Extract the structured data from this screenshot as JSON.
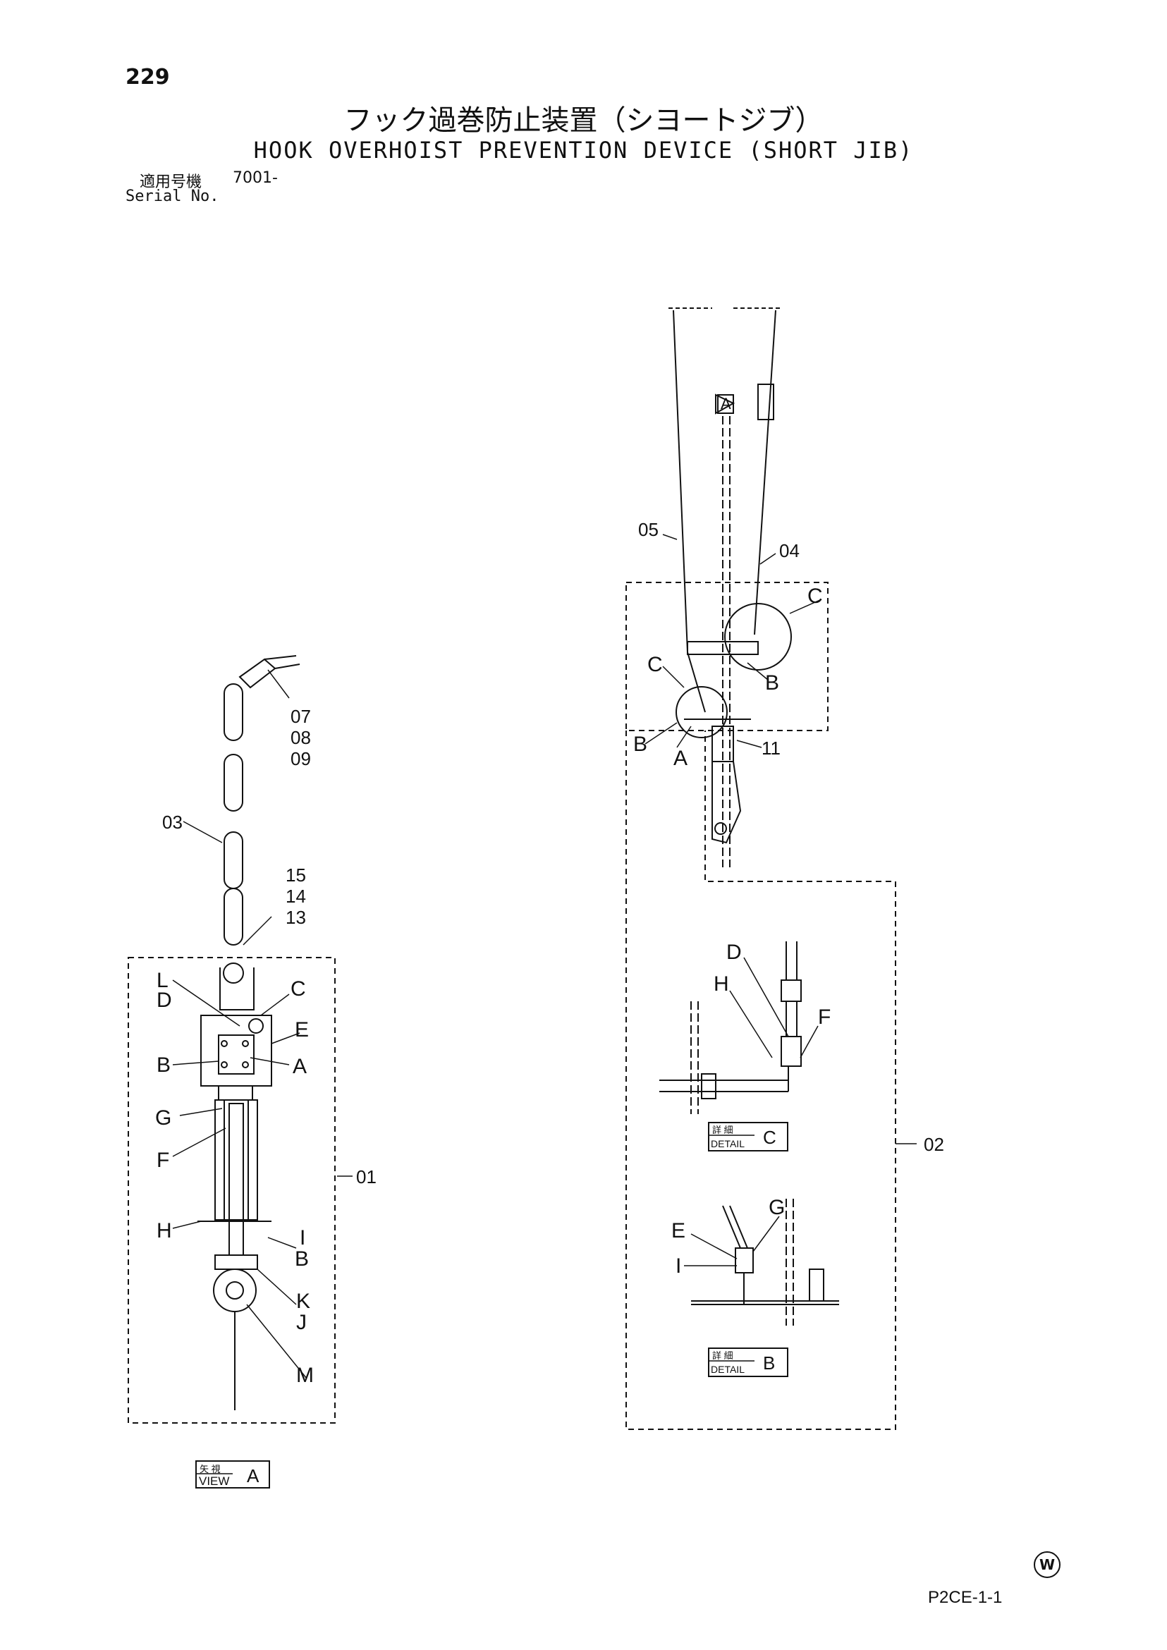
{
  "page": {
    "number": "229",
    "title_jp": "フック過巻防止装置（シヨートジブ）",
    "title_en": "HOOK OVERHOIST PREVENTION DEVICE (SHORT JIB)",
    "serial_label_jp": "適用号機",
    "serial_value": "7001-",
    "serial_label_en": "Serial No.",
    "drawing_code": "P2CE-1-1",
    "mark": "W"
  },
  "callouts": {
    "left": {
      "part_numbers": [
        "07",
        "08",
        "09",
        "03",
        "15",
        "14",
        "13",
        "01"
      ],
      "letters": [
        "L",
        "D",
        "C",
        "E",
        "B",
        "A",
        "G",
        "F",
        "H",
        "I",
        "B",
        "K",
        "J",
        "M"
      ]
    },
    "right": {
      "part_numbers": [
        "05",
        "04",
        "11",
        "02"
      ],
      "letters": [
        "A",
        "C",
        "C",
        "B",
        "B",
        "A",
        "D",
        "H",
        "F",
        "E",
        "G",
        "I"
      ]
    }
  },
  "boxes": {
    "view_a": {
      "jp": "矢 視",
      "en": "VIEW",
      "letter": "A"
    },
    "detail_c": {
      "jp": "詳 細",
      "en": "DETAIL",
      "letter": "C"
    },
    "detail_b": {
      "jp": "詳 細",
      "en": "DETAIL",
      "letter": "B"
    }
  }
}
